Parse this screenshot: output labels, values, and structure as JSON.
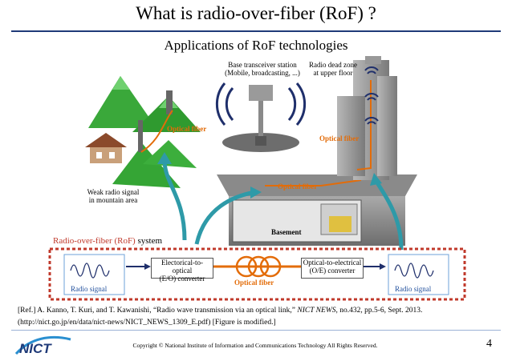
{
  "slide": {
    "title": "What is radio-over-fiber (RoF) ?",
    "subtitle": "Applications of RoF technologies"
  },
  "labels": {
    "base_station": [
      "Base transceiver station",
      "(Mobile, broadcasting, ...)"
    ],
    "dead_zone": [
      "Radio dead zone",
      "at upper floor"
    ],
    "weak_signal": [
      "Weak radio signal",
      "in mountain area"
    ],
    "optical_fiber_mountain": "Optical fiber",
    "optical_fiber_tower": "Optical fiber",
    "optical_fiber_basement": "Optical fiber",
    "basement": "Basement"
  },
  "system": {
    "label_colored": "Radio-over-fiber (RoF)",
    "label_plain": " system",
    "radio_signal_left": "Radio signal",
    "eo_converter": [
      "Electorical-to-optical",
      "(E/O) converter"
    ],
    "optical_fiber": "Optical fiber",
    "oe_converter": [
      "Optical-to-electrical",
      "(O/E) converter"
    ],
    "radio_signal_right": "Radio signal"
  },
  "reference": {
    "line1_pre": "[Ref.] A. Kanno, T. Kuri, and T. Kawanishi, “Radio wave transmission via an optical link,” ",
    "line1_italic": "NICT NEWS",
    "line1_post": ", no.432, pp.5-6, Sept. 2013.",
    "line2": "(http://nict.go.jp/en/data/nict-news/NICT_NEWS_1309_E.pdf) [Figure is modified.]"
  },
  "footer": {
    "logo": "NICT",
    "copyright": "Copyright © National Institute of Information and Communications Technology All Rights Reserved.",
    "page": "4"
  },
  "colors": {
    "fiber": "#e36c09",
    "arrow": "#2e9aa8",
    "dashed_border": "#c0392b",
    "title_rule": "#1f3a78",
    "radio_text": "#1f4e9c"
  }
}
